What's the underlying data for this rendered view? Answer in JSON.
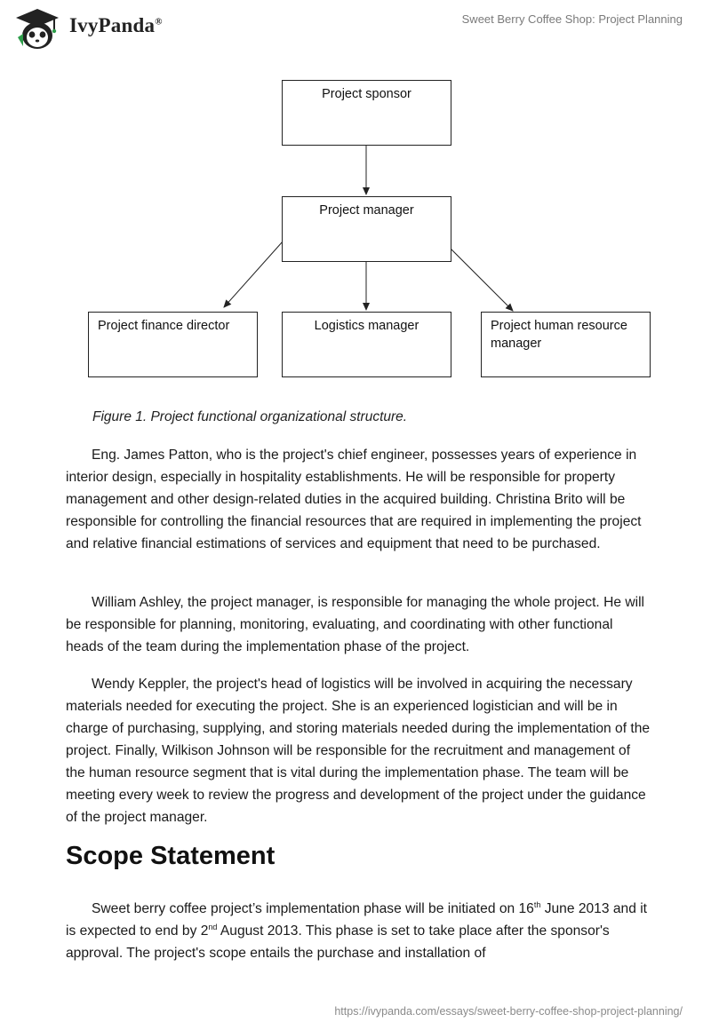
{
  "header": {
    "brand": "IvyPanda",
    "registered": "®",
    "doc_title": "Sweet Berry Coffee Shop: Project Planning"
  },
  "org_chart": {
    "sponsor": "Project sponsor",
    "manager": "Project manager",
    "finance": "Project finance director",
    "logistics": "Logistics manager",
    "hr": "Project human resource manager"
  },
  "caption": "Figure 1. Project functional organizational structure.",
  "paragraphs": [
    "Eng. James Patton, who is the project's chief engineer, possesses years of experience in interior design, especially in hospitality establishments. He will be responsible for property management and other design-related duties in the acquired building. Christina Brito will be responsible for controlling the financial resources that are required in implementing the project and relative financial estimations of services and equipment that need to be purchased.",
    "William Ashley, the project manager, is responsible for managing the whole project. He will be responsible for planning, monitoring, evaluating, and coordinating with other functional heads of the team during the implementation phase of the project.",
    "Wendy Keppler, the project's head of logistics will be involved in acquiring the necessary materials needed for executing the project. She is an experienced logistician and will be in charge of purchasing, supplying, and storing materials needed during the implementation of the project. Finally, Wilkison Johnson will be responsible for the recruitment and management of the human resource segment that is vital during the implementation phase. The team will be meeting every week to review the progress and development of the project under the guidance of the project manager."
  ],
  "section": {
    "heading": "Scope Statement",
    "p_part1": "Sweet berry coffee project’s implementation phase will be initiated on 16",
    "p_sup1": "th",
    "p_part2": " June 2013 and it is expected to end by 2",
    "p_sup2": "nd",
    "p_part3": " August 2013. This phase is set to take place after the sponsor's approval. The project's scope entails the purchase and installation of"
  },
  "footer": {
    "url": "https://ivypanda.com/essays/sweet-berry-coffee-shop-project-planning/"
  }
}
